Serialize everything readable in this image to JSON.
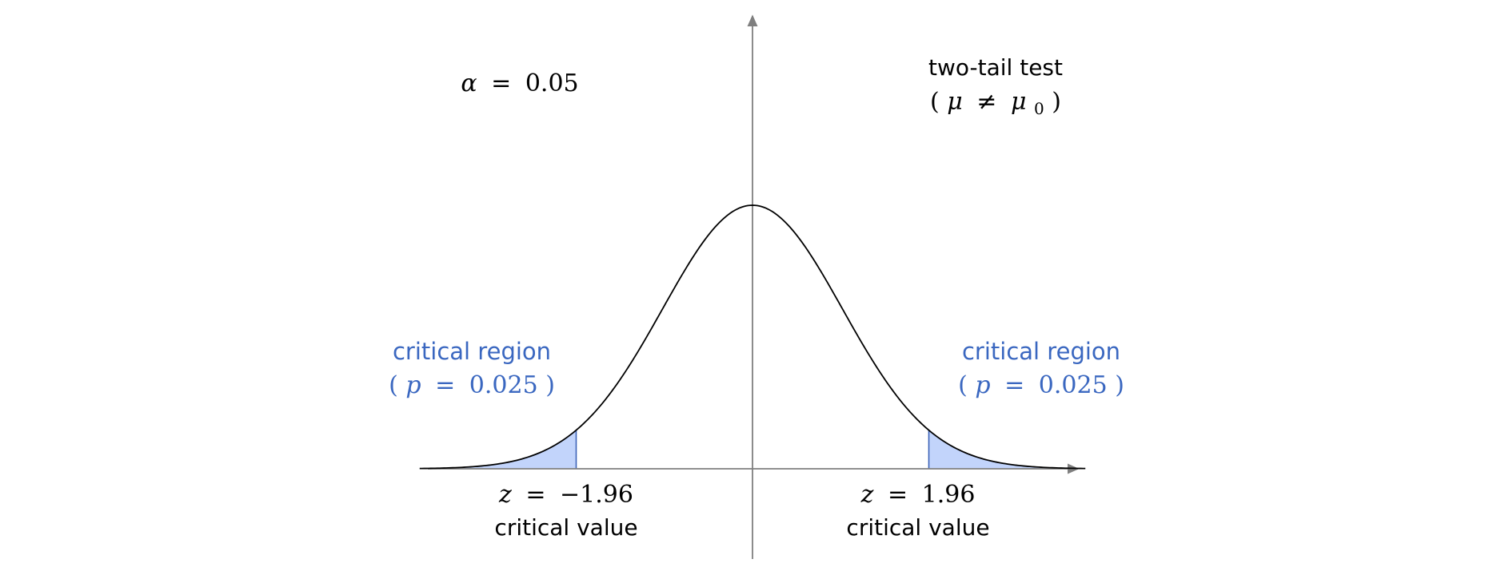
{
  "alpha": {
    "symbol": "α",
    "equals": "=",
    "value": "0.05"
  },
  "test": {
    "title": "two-tail test",
    "open_paren": "(",
    "mu": "μ",
    "neq": "≠",
    "mu0_base": "μ",
    "mu0_sub": "0",
    "close_paren": ")"
  },
  "left_region": {
    "label": "critical region",
    "p_expr": {
      "open": "(",
      "var": "p",
      "eq": "=",
      "value": "0.025",
      "close": ")"
    }
  },
  "right_region": {
    "label": "critical region",
    "p_expr": {
      "open": "(",
      "var": "p",
      "eq": "=",
      "value": "0.025",
      "close": ")"
    }
  },
  "left_critical": {
    "z_var": "z",
    "eq": "=",
    "value": "−1.96",
    "label": "critical value"
  },
  "right_critical": {
    "z_var": "z",
    "eq": "=",
    "value": "1.96",
    "label": "critical value"
  },
  "colors": {
    "axis": "#7f7f7f",
    "curve": "#000000",
    "region_fill": "#c2d4fb",
    "region_edge": "#3c63b8",
    "region_text": "#3a67c0",
    "text": "#000000"
  },
  "distribution": {
    "x_min": -3.7,
    "x_max": 3.7,
    "critical_left": -1.96,
    "critical_right": 1.96
  }
}
